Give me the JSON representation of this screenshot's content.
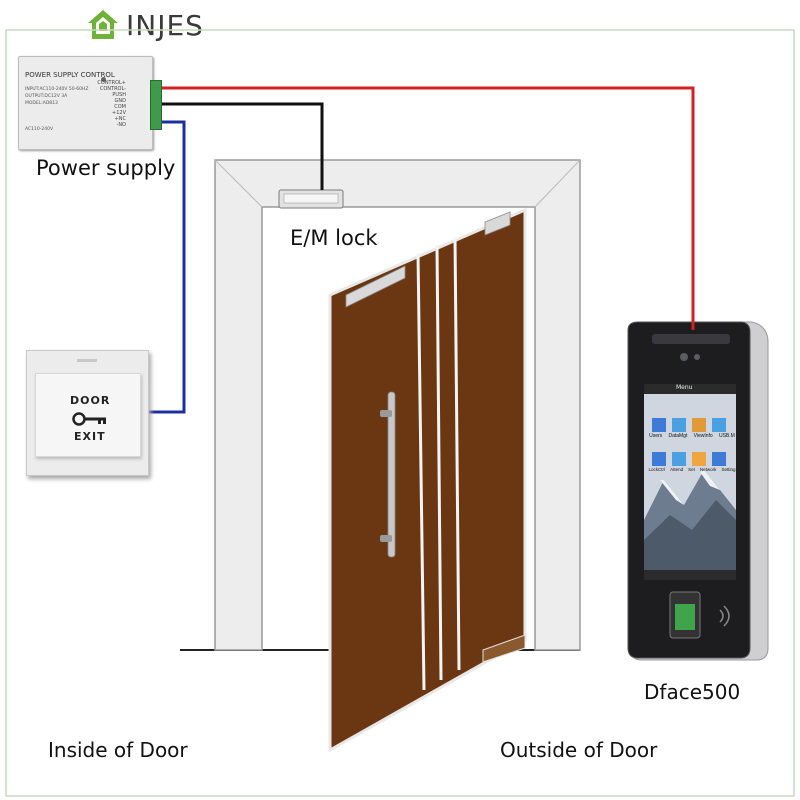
{
  "brand": {
    "name": "INJES"
  },
  "labels": {
    "power_supply": "Power supply",
    "em_lock": "E/M lock",
    "device": "Dface500",
    "inside": "Inside of Door",
    "outside": "Outside of Door"
  },
  "power_supply_unit": {
    "title": "POWER SUPPLY CONTROL",
    "input": "INPUT:AC110-240V 50-60HZ",
    "output": "OUTPUT:DC12V 3A",
    "model": "MODEL:AD813",
    "rating": "AC110-240V",
    "terminals": [
      "CONTROL+",
      "CONTROL-",
      "PUSH",
      "GND",
      "COM",
      "+12V",
      "+NC",
      "-NO"
    ]
  },
  "exit_button": {
    "word1": "DOOR",
    "word2": "EXIT"
  },
  "device_screen": {
    "menu_title": "Menu",
    "row1": [
      "Users",
      "DataMgt",
      "ViewInfo",
      "USB.M"
    ],
    "row2": [
      "LockCtrl",
      "Attend",
      "Set",
      "Network",
      "Setting"
    ]
  },
  "wire_colors": {
    "red": "#d42020",
    "black": "#111111",
    "blue": "#1d2fa0"
  },
  "colors": {
    "door": "#6b3612",
    "frame": "#e9e9e9",
    "accent": "#6fb23a"
  }
}
